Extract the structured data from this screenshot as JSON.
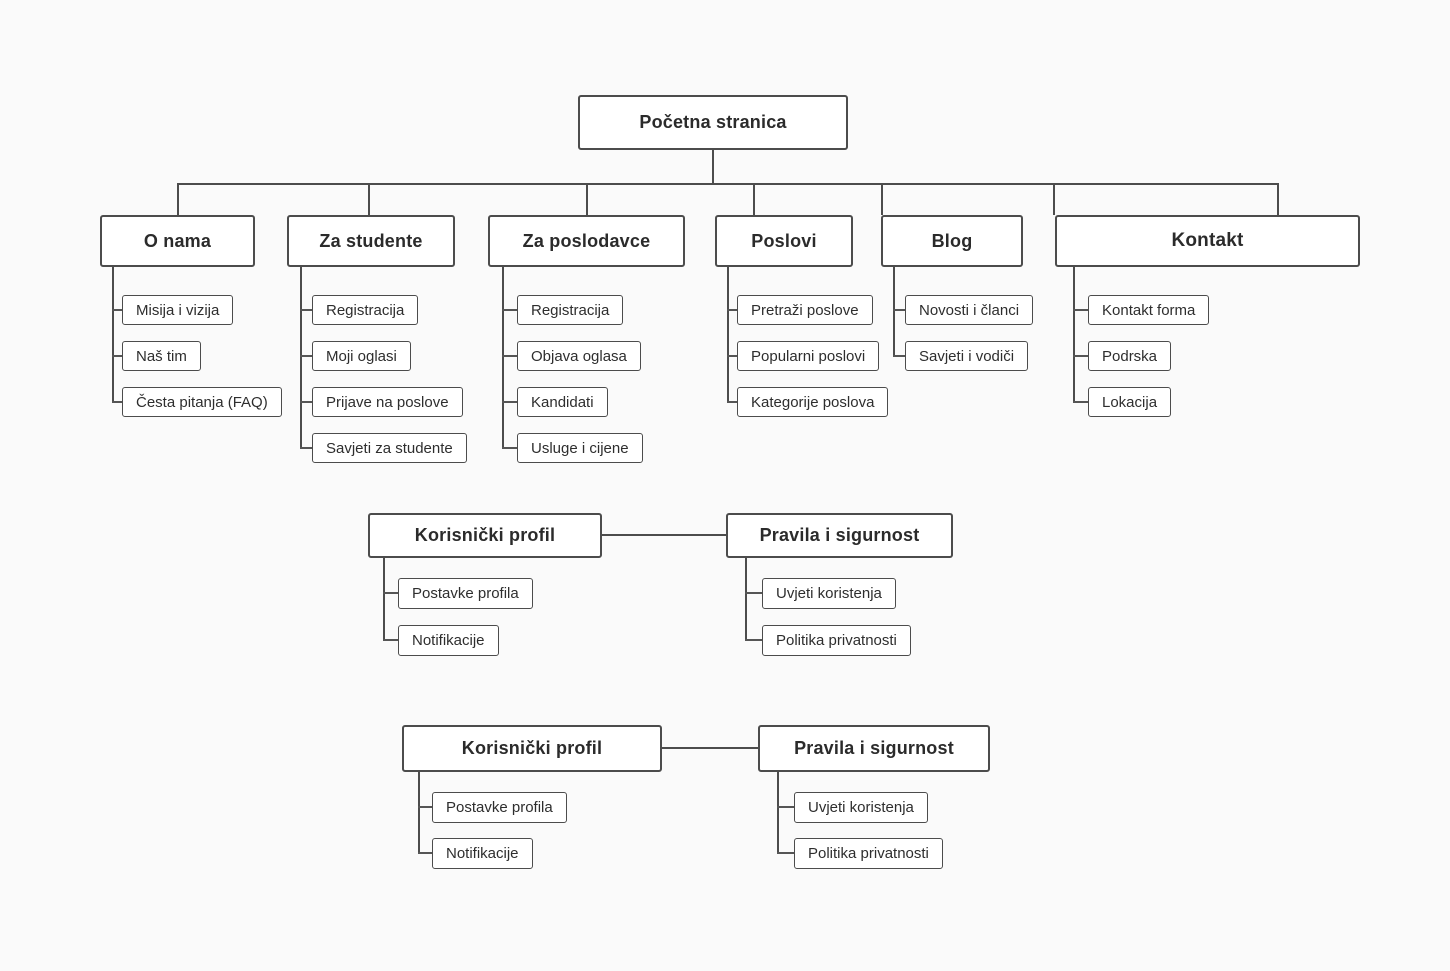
{
  "colors": {
    "background": "#fafafa",
    "box_fill": "#ffffff",
    "line": "#4c4c4c",
    "text": "#2b2b2b"
  },
  "tree": {
    "root": "Početna stranica",
    "sections": [
      {
        "label": "O nama",
        "children": [
          "Misija i vizija",
          "Naš tim",
          "Česta pitanja (FAQ)"
        ]
      },
      {
        "label": "Za studente",
        "children": [
          "Registracija",
          "Moji oglasi",
          "Prijave na poslove",
          "Savjeti za studente"
        ]
      },
      {
        "label": "Za poslodavce",
        "children": [
          "Registracija",
          "Objava oglasa",
          "Kandidati",
          "Usluge i cijene"
        ]
      },
      {
        "label": "Poslovi",
        "children": [
          "Pretraži poslove",
          "Popularni poslovi",
          "Kategorije poslova"
        ]
      },
      {
        "label": "Blog",
        "children": [
          "Novosti i članci",
          "Savjeti i vodiči"
        ]
      },
      {
        "label": "Kontakt",
        "children": [
          "Kontakt forma",
          "Podrska",
          "Lokacija"
        ]
      }
    ]
  },
  "subs": [
    {
      "left": {
        "label": "Korisnički profil",
        "children": [
          "Postavke profila",
          "Notifikacije"
        ]
      },
      "right": {
        "label": "Pravila i sigurnost",
        "children": [
          "Uvjeti koristenja",
          "Politika privatnosti"
        ]
      }
    },
    {
      "left": {
        "label": "Korisnički profil",
        "children": [
          "Postavke profila",
          "Notifikacije"
        ]
      },
      "right": {
        "label": "Pravila i sigurnost",
        "children": [
          "Uvjeti koristenja",
          "Politika privatnosti"
        ]
      }
    }
  ]
}
